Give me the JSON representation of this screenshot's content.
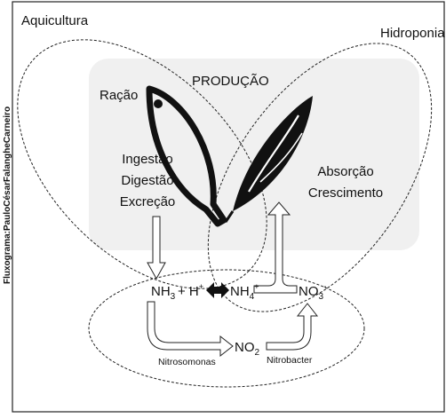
{
  "side_caption": "Fluxograma:PauloCésarFalangheCarneiro",
  "labels": {
    "aquicultura": "Aquicultura",
    "hidroponia": "Hidroponia",
    "producao": "PRODUÇÃO",
    "racao": "Ração",
    "ingestao": "Ingestão",
    "digestao": "Digestão",
    "excrecao": "Excreção",
    "absorcao": "Absorção",
    "crescimento": "Crescimento"
  },
  "chemistry": {
    "nh3_base": "NH",
    "nh3_sub": "3",
    "plus": "+ H",
    "h_sup": "+",
    "nh4_base": "NH",
    "nh4_sub": "4",
    "nh4_sup": "+",
    "no3_base": "NO",
    "no3_sub": "3",
    "no3_sup": "-",
    "no2_base": "NO",
    "no2_sub": "2",
    "nitrosomonas": "Nitrosomonas",
    "nitrobacter": "Nitrobacter"
  },
  "colors": {
    "production_panel": "#f0f0f0",
    "outline": "#222222",
    "ink": "#111111"
  }
}
